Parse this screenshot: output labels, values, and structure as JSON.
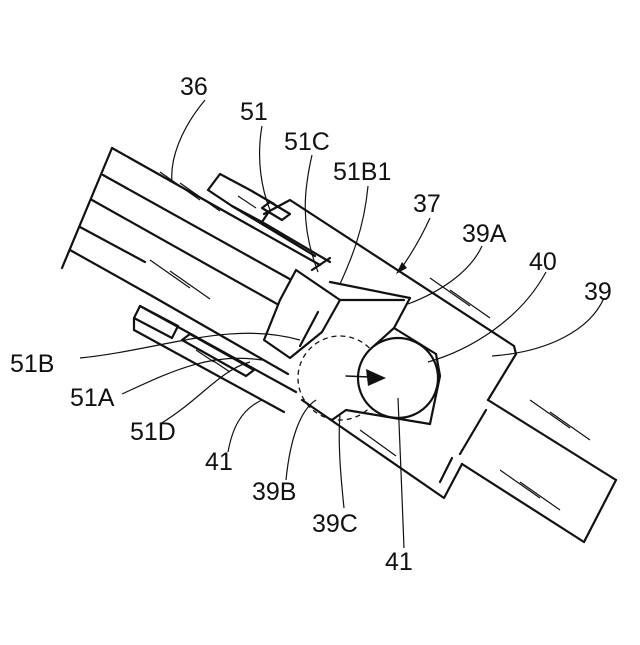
{
  "labels": {
    "l36": "36",
    "l51": "51",
    "l51c": "51C",
    "l51b1": "51B1",
    "l37": "37",
    "l39a": "39A",
    "l40": "40",
    "l39": "39",
    "l51b": "51B",
    "l51a": "51A",
    "l51d": "51D",
    "l41_dashed": "41",
    "l39b": "39B",
    "l39c": "39C",
    "l41_solid": "41"
  }
}
